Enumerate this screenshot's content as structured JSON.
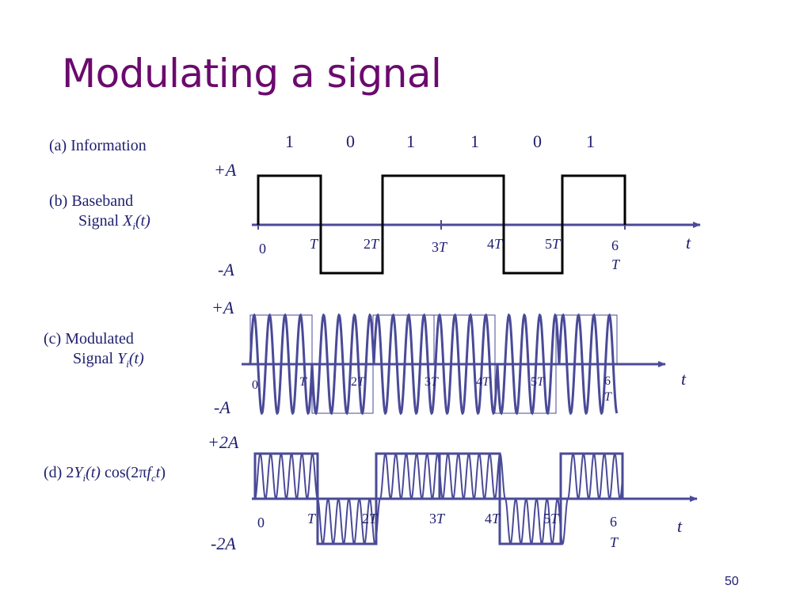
{
  "title": "Modulating a signal",
  "labels": {
    "information": "(a) Information",
    "baseband_line1": "(b) Baseband",
    "baseband_line2_prefix": "Signal ",
    "baseband_var": "X",
    "baseband_sub": "i",
    "baseband_arg": "(t)",
    "modulated_line1": "(c) Modulated",
    "modulated_line2_prefix": "Signal ",
    "modulated_var": "Y",
    "modulated_sub": "i",
    "modulated_arg": "(t)",
    "product_prefix": "(d) 2",
    "product_var": "Y",
    "product_sub": "i",
    "product_arg": "(t)",
    "product_cos": " cos(2",
    "product_pi": "π",
    "product_f": "f",
    "product_fsub": "c",
    "product_t": "t",
    "product_close": ")"
  },
  "bits": [
    "1",
    "0",
    "1",
    "1",
    "0",
    "1"
  ],
  "amplitudes": {
    "b_pos": "+A",
    "b_neg": "-A",
    "c_pos": "+A",
    "c_neg": "-A",
    "d_pos": "+2A",
    "d_neg": "-2A"
  },
  "ticks": {
    "zero": "0",
    "t_var": "T",
    "two": "2",
    "three": "3",
    "four": "4",
    "five": "5",
    "six": "6"
  },
  "time_var": "t",
  "page_number": "50",
  "colors": {
    "title": "#6b0a6e",
    "axis": "#4a4a98",
    "baseband": "#000000",
    "carrier": "#4a4a98",
    "text": "#202070"
  }
}
